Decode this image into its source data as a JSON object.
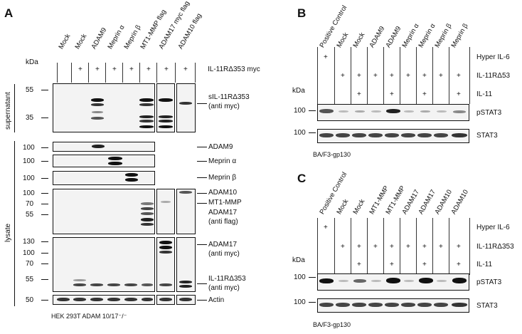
{
  "panels": {
    "A": {
      "letter": "A",
      "kda": "kDa",
      "lane_labels": [
        "Mock",
        "Mock",
        "ADAM9",
        "Meprin α",
        "Meprin β",
        "MT1-MMP flag",
        "ADAM17 myc flag",
        "ADAM10 flag"
      ],
      "plus_marks": [
        "+",
        "+",
        "+",
        "+",
        "+",
        "+",
        "+"
      ],
      "construct_label": "IL-11RΔ353 myc",
      "group_supernatant": "supernatant",
      "group_lysate": "lysate",
      "mw_sup": [
        "55",
        "35"
      ],
      "mw_adam9": "100",
      "mw_mepa": "100",
      "mw_mepb": "100",
      "mw_flag": [
        "100",
        "70",
        "55"
      ],
      "mw_myc": [
        "130",
        "100",
        "70",
        "55"
      ],
      "mw_actin": "50",
      "right_sil": "sIL-11RΔ353",
      "right_sil_sub": "(anti myc)",
      "right_adam9": "ADAM9",
      "right_mepa": "Meprin α",
      "right_mepb": "Meprin β",
      "right_adam10": "ADAM10",
      "right_mt1": "MT1-MMP",
      "right_adam17": "ADAM17",
      "right_antiflag": "(anti flag)",
      "right_adam17b": "ADAM17",
      "right_antimyc": "(anti myc)",
      "right_il11": "IL-11RΔ353",
      "right_antimyc2": "(anti myc)",
      "right_actin": "Actin",
      "footer": "HEK 293T   ADAM 10/17⁻/⁻"
    },
    "B": {
      "letter": "B",
      "kda": "kDa",
      "lane_labels": [
        "Positive Control",
        "Mock",
        "Mock",
        "ADAM9",
        "ADAM9",
        "Meprin α",
        "Meprin α",
        "Meprin β",
        "Meprin β"
      ],
      "row_hyper": "Hyper IL-6",
      "row_receptor": "IL-11RΔ53",
      "row_il11": "IL-11",
      "hyper_plus": "+",
      "receptor_plus": [
        "+",
        "+",
        "+",
        "+",
        "+",
        "+",
        "+",
        "+"
      ],
      "il11_plus": [
        "+",
        "+",
        "+",
        "+"
      ],
      "mw_p": "100",
      "mw_t": "100",
      "blot_p": "pSTAT3",
      "blot_t": "STAT3",
      "footer": "BA/F3-gp130"
    },
    "C": {
      "letter": "C",
      "kda": "kDa",
      "lane_labels": [
        "Positive Control",
        "Mock",
        "Mock",
        "MT1-MMP",
        "MT1-MMP",
        "ADAM17",
        "ADAM17",
        "ADAM10",
        "ADAM10"
      ],
      "row_hyper": "Hyper IL-6",
      "row_receptor": "IL-11RΔ353",
      "row_il11": "IL-11",
      "hyper_plus": "+",
      "receptor_plus": [
        "+",
        "+",
        "+",
        "+",
        "+",
        "+",
        "+",
        "+"
      ],
      "il11_plus": [
        "+",
        "+",
        "+",
        "+"
      ],
      "mw_p": "100",
      "mw_t": "100",
      "blot_p": "pSTAT3",
      "blot_t": "STAT3",
      "footer": "BA/F3-gp130"
    }
  }
}
